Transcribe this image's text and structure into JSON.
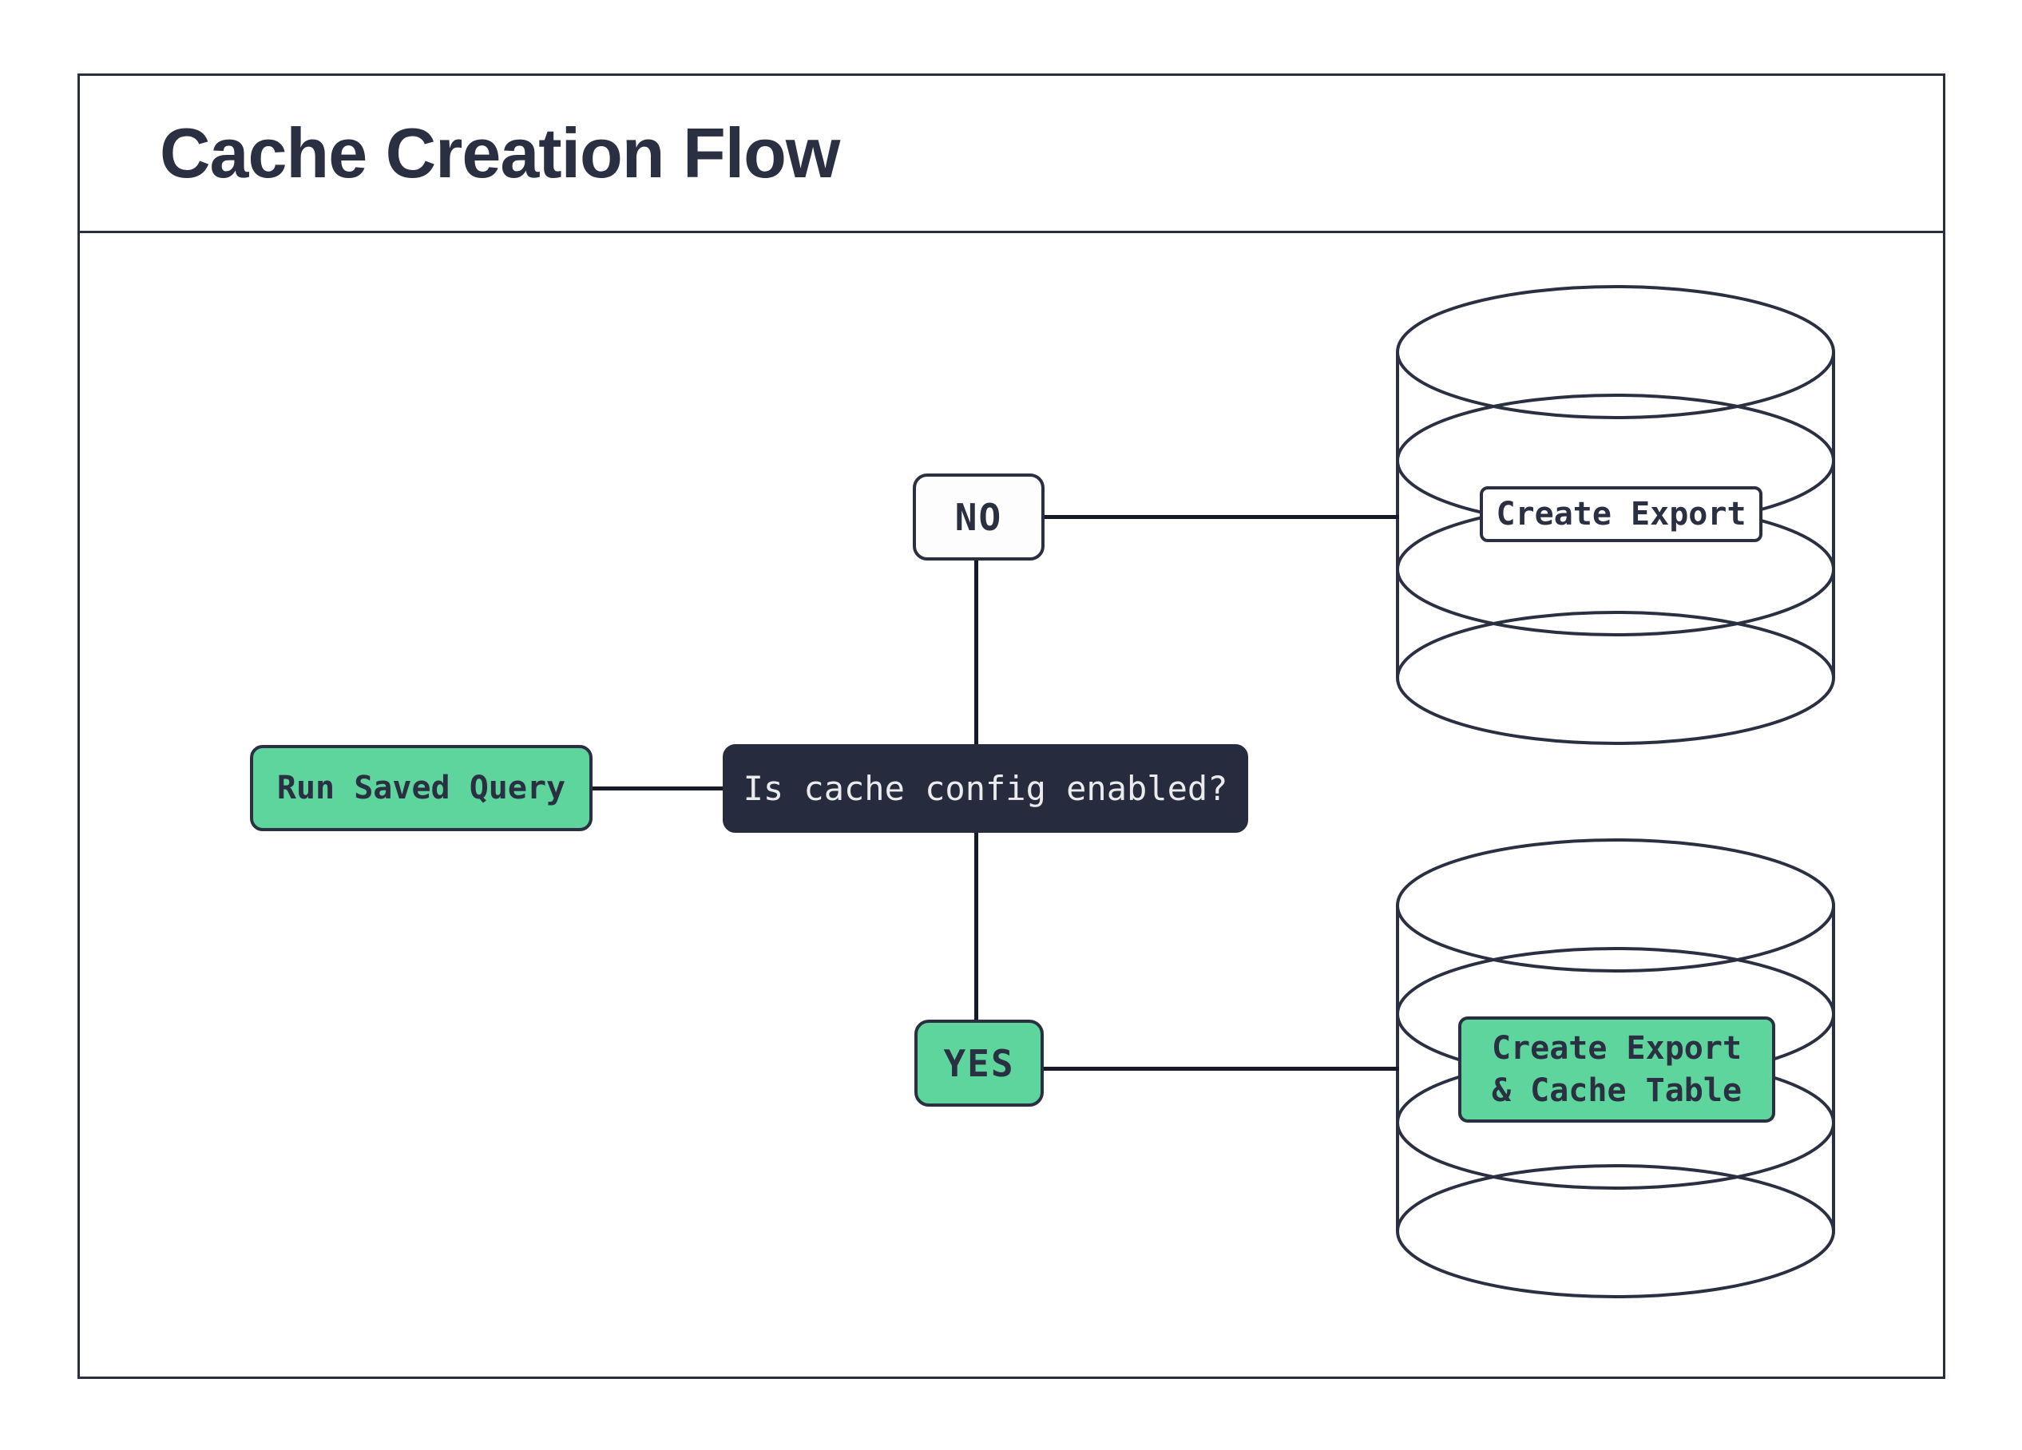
{
  "title": "Cache Creation Flow",
  "colors": {
    "ink": "#2a3042",
    "line": "#161a28",
    "green": "#5ed59c",
    "dark_node_bg": "#262c3d",
    "light_text": "#ebebed",
    "white": "#ffffff"
  },
  "flow": {
    "start": "Run Saved Query",
    "decision": "Is cache config enabled?",
    "branch_no": "NO",
    "branch_yes": "YES",
    "no_result": "Create Export",
    "yes_result_line1": "Create Export",
    "yes_result_line2": "& Cache Table"
  }
}
